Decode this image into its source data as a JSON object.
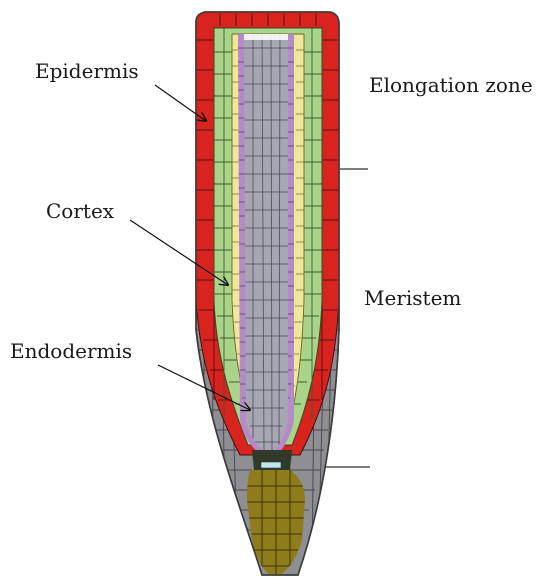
{
  "diagram": {
    "labels": {
      "epidermis": "Epidermis",
      "cortex": "Cortex",
      "endodermis": "Endodermis",
      "elongation_zone": "Elongation zone",
      "meristem": "Meristem"
    }
  },
  "colors": {
    "epidermis": "#d9231f",
    "cortex": "#a9d48a",
    "endodermis": "#efe89a",
    "pericycle": "#b68ac8",
    "vascular": "#a7a7b4",
    "lateral_root_cap": "#8f8f93",
    "columella": "#8e7c1a",
    "quiescent_center": "#bfe8f0"
  }
}
